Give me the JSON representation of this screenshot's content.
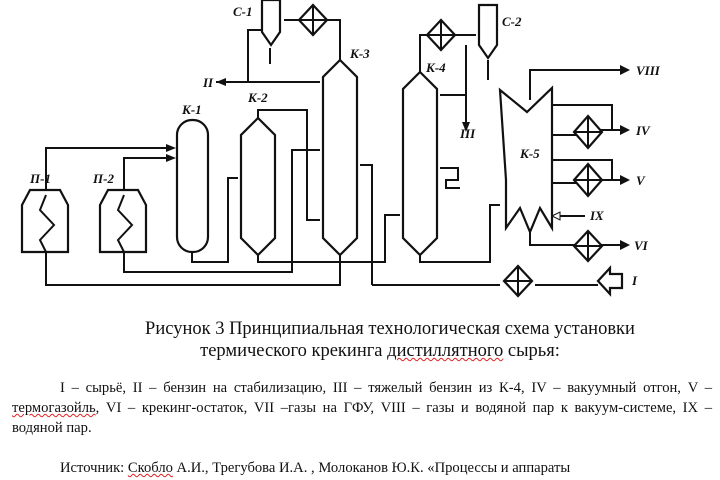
{
  "diagram": {
    "labels": {
      "p1": "П-1",
      "p2": "П-2",
      "k1": "К-1",
      "k2": "К-2",
      "k3": "К-3",
      "k4": "К-4",
      "k5": "К-5",
      "c1": "С-1",
      "c2": "С-2",
      "s1": "I",
      "s2": "II",
      "s3": "III",
      "s4": "IV",
      "s5": "V",
      "s6": "VI",
      "s8": "VIII",
      "s9": "IX"
    }
  },
  "caption": {
    "line1": "Рисунок 3 Принципиальная технологическая схема установки",
    "line2_a": "термического крекинга ",
    "line2_b": "дистиллятного",
    "line2_c": " сырья:"
  },
  "legend": {
    "part1": "I – сырьё, II – бензин на стабилизацию, III – тяжелый бензин из К-4, IV – вакуумный отгон, V – ",
    "part2": "термогазойль",
    "part3": ", VI – крекинг-остаток, VII –газы на ГФУ, VIII – газы и водяной пар к вакуум-системе, IX – водяной пар."
  },
  "source": {
    "part1": "Источник: ",
    "part2": "Скобло",
    "part3": " А.И., Трегубова И.А. , Молоканов Ю.К. «Процессы и аппараты"
  }
}
